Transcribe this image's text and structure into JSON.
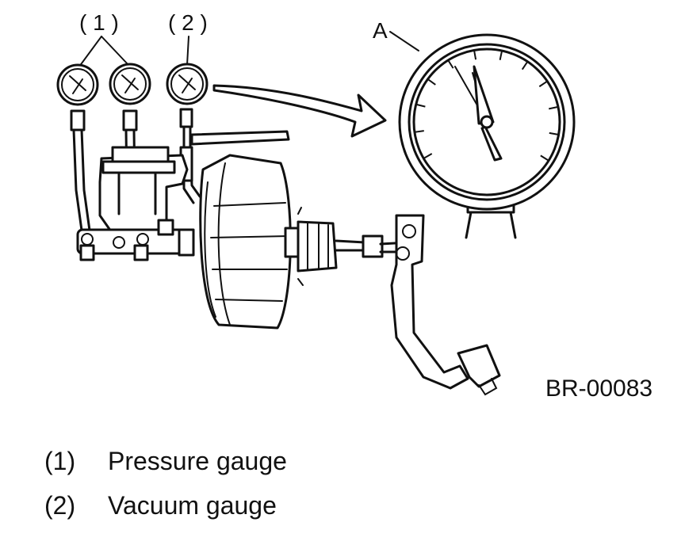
{
  "labels": {
    "group1": "( 1 )",
    "group2": "( 2 )",
    "detail": "A",
    "figure_code": "BR-00083"
  },
  "legend": [
    {
      "number": "(1)",
      "text": "Pressure gauge"
    },
    {
      "number": "(2)",
      "text": "Vacuum gauge"
    }
  ]
}
